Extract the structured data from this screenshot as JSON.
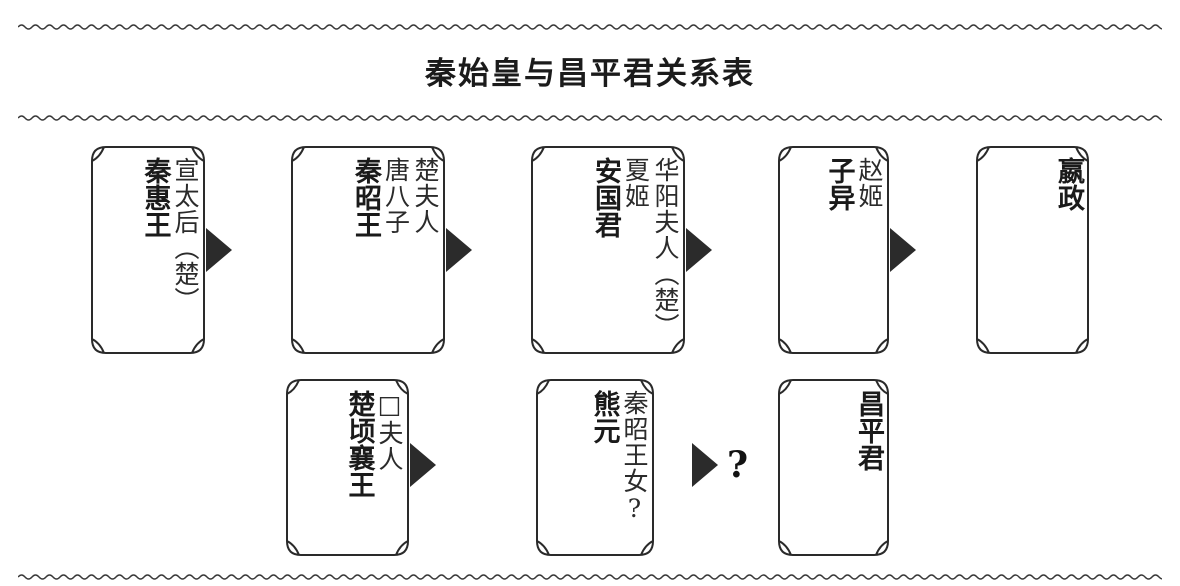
{
  "page": {
    "title": "秦始皇与昌平君关系表",
    "background": "#ffffff",
    "ink": "#1a1a1a",
    "arrow_color": "#2b2b2b"
  },
  "rules": {
    "top": "wavy-rule",
    "middle": "wavy-rule",
    "bottom": "wavy-rule"
  },
  "chart_data": {
    "type": "diagram",
    "title": "秦始皇与昌平君关系表",
    "rows": [
      {
        "row": "top",
        "nodes": [
          {
            "id": "qin-hui-wang",
            "primary": "秦惠王",
            "secondary": [
              "宣太后（楚）"
            ]
          },
          {
            "id": "qin-zhao-wang",
            "primary": "秦昭王",
            "secondary": [
              "唐八子",
              "楚夫人"
            ]
          },
          {
            "id": "anguo-jun",
            "primary": "安国君",
            "secondary": [
              "夏姬",
              "华阳夫人（楚）"
            ]
          },
          {
            "id": "zi-yi",
            "primary": "子异",
            "secondary": [
              "赵姬"
            ]
          },
          {
            "id": "ying-zheng",
            "primary": "嬴政",
            "secondary": []
          }
        ],
        "connectors": [
          "arrow",
          "arrow",
          "arrow",
          "arrow"
        ]
      },
      {
        "row": "bottom",
        "nodes": [
          {
            "id": "chu-qingxiang-wang",
            "primary": "楚顷襄王",
            "secondary": [
              "□夫人"
            ]
          },
          {
            "id": "xiong-yuan",
            "primary": "熊元",
            "secondary": [
              "秦昭王女?"
            ]
          },
          {
            "id": "changping-jun",
            "primary": "昌平君",
            "secondary": []
          }
        ],
        "connectors": [
          "arrow",
          "arrow-question"
        ]
      }
    ],
    "question_marker": "?"
  },
  "nodes": {
    "qin_hui_wang": {
      "primary": "秦惠王",
      "c1": "宣太后（楚）"
    },
    "qin_zhao_wang": {
      "primary": "秦昭王",
      "c1": "唐八子",
      "c2": "楚夫人"
    },
    "anguo_jun": {
      "primary": "安国君",
      "c1": "夏姬",
      "c2": "华阳夫人（楚）"
    },
    "zi_yi": {
      "primary": "子异",
      "c1": "赵姬"
    },
    "ying_zheng": {
      "primary": "嬴政"
    },
    "chu_qingxiang_wang": {
      "primary": "楚顷襄王",
      "c1": "□夫人"
    },
    "xiong_yuan": {
      "primary": "熊元",
      "c1": "秦昭王女?"
    },
    "changping_jun": {
      "primary": "昌平君"
    }
  },
  "connectors": {
    "question": "?"
  }
}
